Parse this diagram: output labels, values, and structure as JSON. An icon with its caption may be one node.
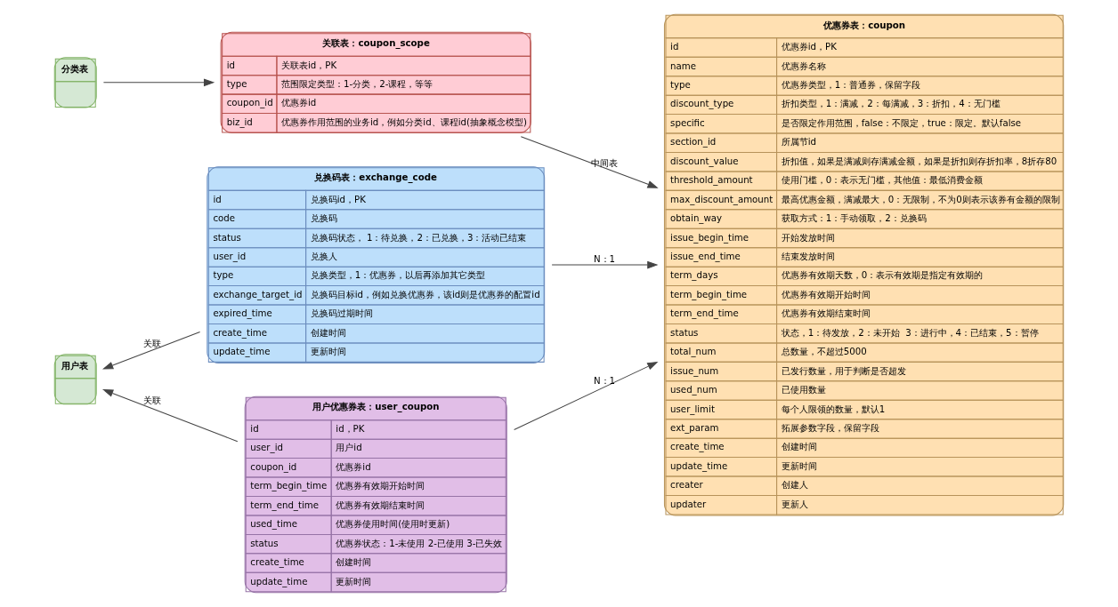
{
  "diagram": {
    "nodes": [
      {
        "text": [
          "分类表"
        ]
      },
      {
        "text": [
          "关联表：coupon_scope",
          "id",
          "关联表id，PK",
          "type",
          "范围限定类型：1-分类，2-课程，等等",
          "coupon_id",
          "优惠券id",
          "biz_id",
          "优惠券作用范围的业务id，例如分类id、课程id(抽象概念模型)"
        ]
      },
      {
        "text": [
          "优惠券表：coupon",
          "id",
          "优惠券id，PK",
          "name",
          "优惠券名称",
          "type",
          "优惠券类型，1：普通券，保留字段",
          "discount_type",
          "折扣类型，1：满减，2：每满减，3：折扣，4：无门槛",
          "specific",
          "是否限定作用范围，false：不限定，true：限定。默认false",
          "section_id",
          "所属节id",
          "discount_value",
          "折扣值，如果是满减则存满减金额，如果是折扣则存折扣率，8折存80",
          "threshold_amount",
          "使用门槛，0：表示无门槛，其他值：最低消费金额",
          "max_discount_amount",
          "最高优惠金额，满减最大，0：无限制，不为0则表示该券有金额的限制",
          "obtain_way",
          "获取方式：1：手动领取，2：兑换码",
          "issue_begin_time",
          "开始发放时间",
          "issue_end_time",
          "结束发放时间",
          "term_days",
          "优惠券有效期天数，0：表示有效期是指定有效期的",
          "term_begin_time",
          "优惠券有效期开始时间",
          "term_end_time",
          "优惠券有效期结束时间",
          "status",
          "状态，1：待发放，2：未开始  3：进行中，4：已结束，5：暂停",
          "total_num",
          "总数量，不超过5000",
          "issue_num",
          "已发行数量，用于判断是否超发",
          "used_num",
          "已使用数量",
          "user_limit",
          "每个人限领的数量，默认1",
          "ext_param",
          "拓展参数字段，保留字段",
          "create_time",
          "创建时间",
          "update_time",
          "更新时间",
          "creater",
          "创建人",
          "updater",
          "更新人"
        ]
      },
      {
        "text": [
          "兑换码表：exchange_code",
          "id",
          "兑换码id，PK",
          "code",
          "兑换码",
          "status",
          "兑换码状态， 1：待兑换，2：已兑换，3：活动已结束",
          "user_id",
          "兑换人",
          "type",
          "兑换类型，1：优惠券，以后再添加其它类型",
          "exchange_target_id",
          "兑换码目标id，例如兑换优惠券，该id则是优惠券的配置id",
          "expired_time",
          "兑换码过期时间",
          "create_time",
          "创建时间",
          "update_time",
          "更新时间"
        ]
      },
      {
        "text": [
          "用户表"
        ]
      },
      {
        "text": [
          "用户优惠券表：user_coupon",
          "id",
          "id，PK",
          "user_id",
          "用户id",
          "coupon_id",
          "优惠券id",
          "term_begin_time",
          "优惠券有效期开始时间",
          "term_end_time",
          "优惠券有效期结束时间",
          "used_time",
          "优惠券使用时间(使用时更新)",
          "status",
          "优惠券状态：1-未使用 2-已使用 3-已失效",
          "create_time",
          "创建时间",
          "update_time",
          "更新时间"
        ]
      }
    ],
    "edges": [
      {
        "from": 0,
        "to": 1,
        "arrow": "to"
      },
      {
        "from": 1,
        "to": 2,
        "arrow": "to",
        "label": "中间表"
      },
      {
        "from": 3,
        "to": 2,
        "arrow": "to",
        "label": "N：1"
      },
      {
        "from": 3,
        "to": 4,
        "arrow": "to",
        "label": "关联"
      },
      {
        "from": 5,
        "to": 4,
        "arrow": "to",
        "label": "关联"
      },
      {
        "from": 5,
        "to": 2,
        "arrow": "to",
        "label": "N：1"
      }
    ]
  }
}
